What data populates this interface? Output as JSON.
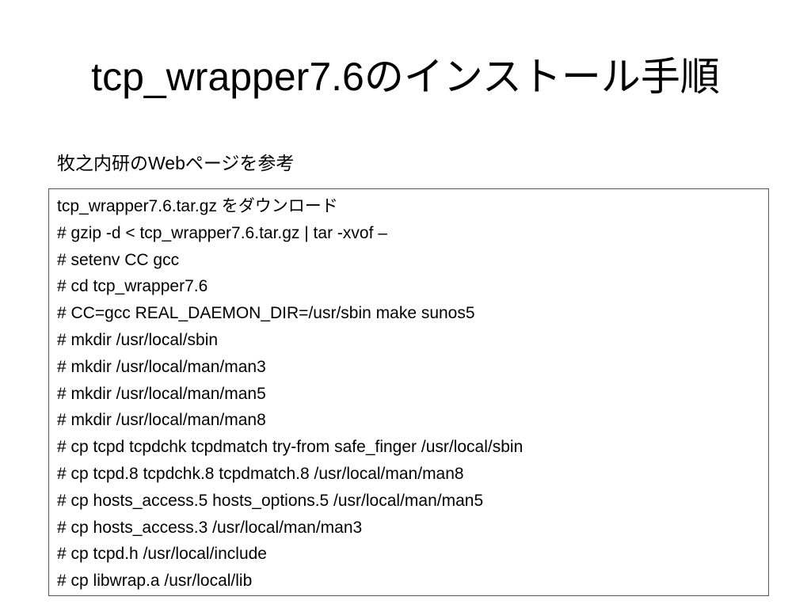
{
  "slide": {
    "title": "tcp_wrapper7.6のインストール手順",
    "subtitle": "牧之内研のWebページを参考"
  },
  "commands": [
    "tcp_wrapper7.6.tar.gz をダウンロード",
    "# gzip -d < tcp_wrapper7.6.tar.gz | tar -xvof –",
    "# setenv CC gcc",
    "# cd tcp_wrapper7.6",
    "# CC=gcc REAL_DAEMON_DIR=/usr/sbin make sunos5",
    "# mkdir /usr/local/sbin",
    "# mkdir /usr/local/man/man3",
    "# mkdir /usr/local/man/man5",
    "# mkdir /usr/local/man/man8",
    "# cp tcpd tcpdchk tcpdmatch try-from safe_finger /usr/local/sbin",
    "# cp tcpd.8 tcpdchk.8 tcpdmatch.8 /usr/local/man/man8",
    "# cp hosts_access.5 hosts_options.5 /usr/local/man/man5",
    "# cp hosts_access.3 /usr/local/man/man3",
    "# cp tcpd.h /usr/local/include",
    "# cp libwrap.a /usr/local/lib"
  ]
}
